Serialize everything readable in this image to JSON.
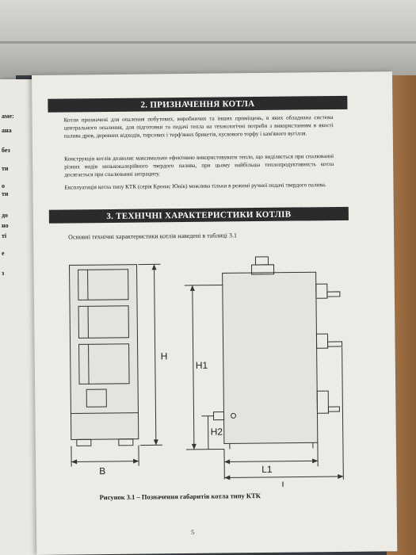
{
  "left_page_fragments": [
    "аме:",
    "ана",
    "без",
    "ти",
    "о",
    "ти",
    "до",
    "но",
    "ті",
    "е",
    "з"
  ],
  "section2": {
    "title": "2. ПРИЗНАЧЕННЯ КОТЛА",
    "paragraph1": "Котли призначені для опалення побутових, виробничих та інших приміщень, в яких обладнана система центрального опалення, для підготовки та подачі тепла на технологічні потреби з використанням в якості палива дров, деревних відходів, тирсових і торф'яних брикетів, кускового торфу і кам'яного вугілля.",
    "paragraph2": "Конструкція котлів дозволяє максимально ефективно використовувати тепло, що виділяється при спалюванні різних видів низькокалорійного твердого палива, при цьому найбільша теплопродуктивність котла досягається при спалюванні антрациту.",
    "paragraph3": "Експлуатація котла типу КТК (серія Кронас Юнік) можлива тільки в режимі ручної подачі твердого палива."
  },
  "section3": {
    "title": "3. ТЕХНІЧНІ ХАРАКТЕРИСТИКИ КОТЛІВ",
    "intro": "Основні технічні характеристики котлів наведені в таблиці 3.1"
  },
  "figure": {
    "labels": {
      "h": "H",
      "h1": "H1",
      "h2": "H2",
      "b": "B",
      "l1": "L1",
      "l": "L"
    },
    "caption": "Рисунок 3.1 – Позначення габаритів котла типу КТК"
  },
  "page_number": "5"
}
